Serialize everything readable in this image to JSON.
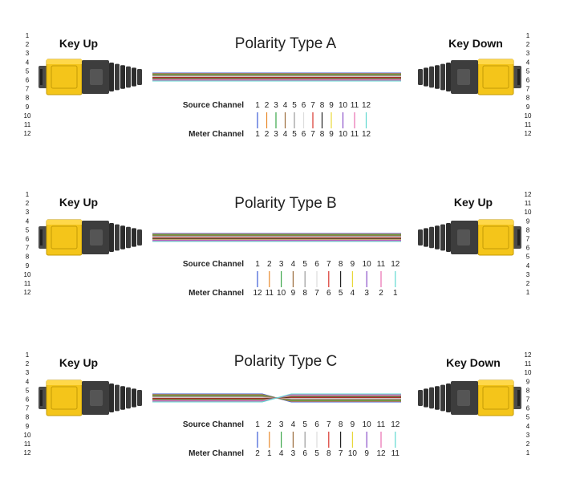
{
  "fiber_colors": [
    "#3b5bd6",
    "#e8892a",
    "#3aa64a",
    "#9a6a3a",
    "#9a9a9a",
    "#f2f2f2",
    "#d8342c",
    "#222222",
    "#e8d83a",
    "#8a4fc8",
    "#e86fb0",
    "#5fd8d0"
  ],
  "connector": {
    "body_color": "#3d3d3d",
    "housing_color": "#f4c51a",
    "boot_color": "#2c2c2c"
  },
  "panels": [
    {
      "title": "Polarity Type A",
      "left_key": "Key Up",
      "right_key": "Key Down",
      "left_pins": [
        "1",
        "2",
        "3",
        "4",
        "5",
        "6",
        "7",
        "8",
        "9",
        "10",
        "11",
        "12"
      ],
      "right_pins": [
        "1",
        "2",
        "3",
        "4",
        "5",
        "6",
        "7",
        "8",
        "9",
        "10",
        "11",
        "12"
      ],
      "crossover": false,
      "source_label": "Source Channel",
      "meter_label": "Meter Channel",
      "source_channels": [
        "1",
        "2",
        "3",
        "4",
        "5",
        "6",
        "7",
        "8",
        "9",
        "10",
        "11",
        "12"
      ],
      "meter_channels": [
        "1",
        "2",
        "3",
        "4",
        "5",
        "6",
        "7",
        "8",
        "9",
        "10",
        "11",
        "12"
      ]
    },
    {
      "title": "Polarity Type B",
      "left_key": "Key Up",
      "right_key": "Key Up",
      "left_pins": [
        "1",
        "2",
        "3",
        "4",
        "5",
        "6",
        "7",
        "8",
        "9",
        "10",
        "11",
        "12"
      ],
      "right_pins": [
        "12",
        "11",
        "10",
        "9",
        "8",
        "7",
        "6",
        "5",
        "4",
        "3",
        "2",
        "1"
      ],
      "crossover": false,
      "source_label": "Source Channel",
      "meter_label": "Meter Channel",
      "source_channels": [
        "1",
        "2",
        "3",
        "4",
        "5",
        "6",
        "7",
        "8",
        "9",
        "10",
        "11",
        "12"
      ],
      "meter_channels": [
        "12",
        "11",
        "10",
        "9",
        "8",
        "7",
        "6",
        "5",
        "4",
        "3",
        "2",
        "1"
      ]
    },
    {
      "title": "Polarity Type C",
      "left_key": "Key Up",
      "right_key": "Key Down",
      "left_pins": [
        "1",
        "2",
        "3",
        "4",
        "5",
        "6",
        "7",
        "8",
        "9",
        "10",
        "11",
        "12"
      ],
      "right_pins": [
        "12",
        "11",
        "10",
        "9",
        "8",
        "7",
        "6",
        "5",
        "4",
        "3",
        "2",
        "1"
      ],
      "crossover": true,
      "source_label": "Source Channel",
      "meter_label": "Meter Channel",
      "source_channels": [
        "1",
        "2",
        "3",
        "4",
        "5",
        "6",
        "7",
        "8",
        "9",
        "10",
        "11",
        "12"
      ],
      "meter_channels": [
        "2",
        "1",
        "4",
        "3",
        "6",
        "5",
        "8",
        "7",
        "10",
        "9",
        "12",
        "11"
      ]
    }
  ]
}
